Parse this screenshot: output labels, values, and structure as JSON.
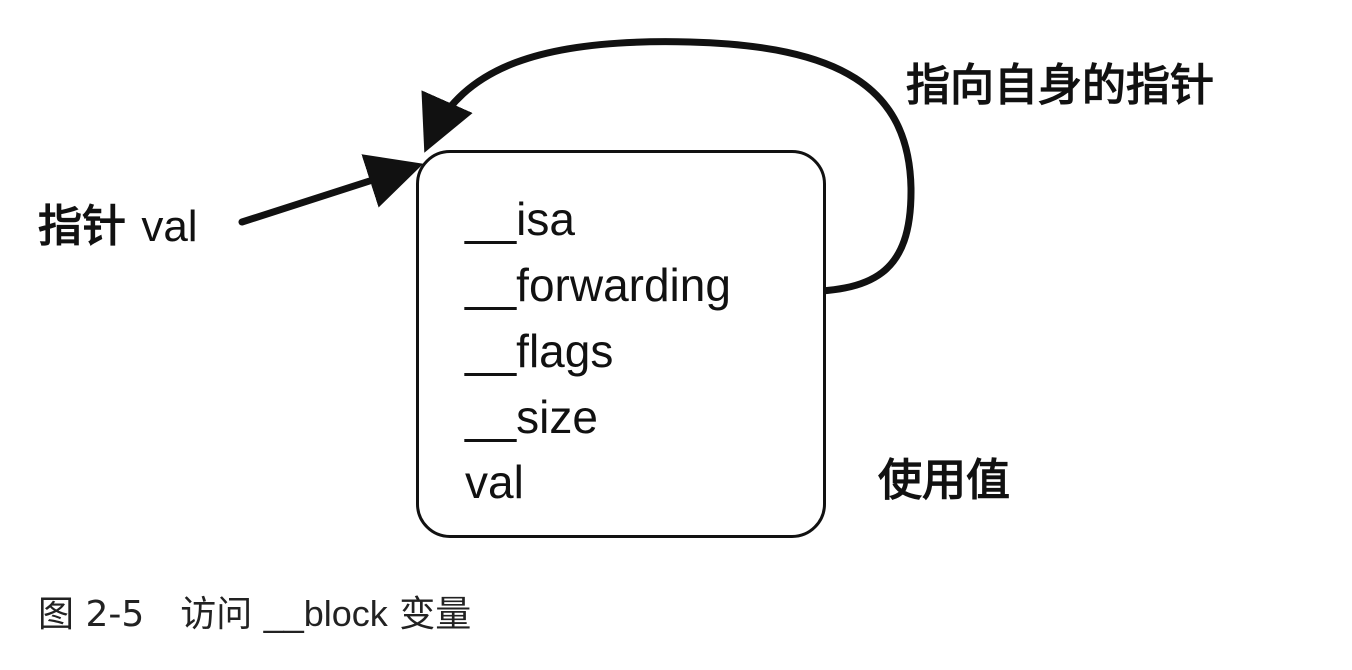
{
  "diagram": {
    "fields": [
      {
        "id": "isa",
        "label": "__isa"
      },
      {
        "id": "forwarding",
        "label": "__forwarding"
      },
      {
        "id": "flags",
        "label": "__flags"
      },
      {
        "id": "size",
        "label": "__size"
      },
      {
        "id": "val",
        "label": "val",
        "highlighted": true
      }
    ],
    "labels": {
      "self_pointer": "指向自身的指针",
      "pointer_prefix": "指针",
      "pointer_var": "val",
      "use_value": "使用值"
    },
    "colors": {
      "stroke": "#111111",
      "highlight": "#dcdcdc",
      "background": "#ffffff"
    }
  },
  "caption": {
    "figure_number": "图 2-5",
    "text_prefix": "访问",
    "text_code": "__block",
    "text_suffix": "变量"
  }
}
